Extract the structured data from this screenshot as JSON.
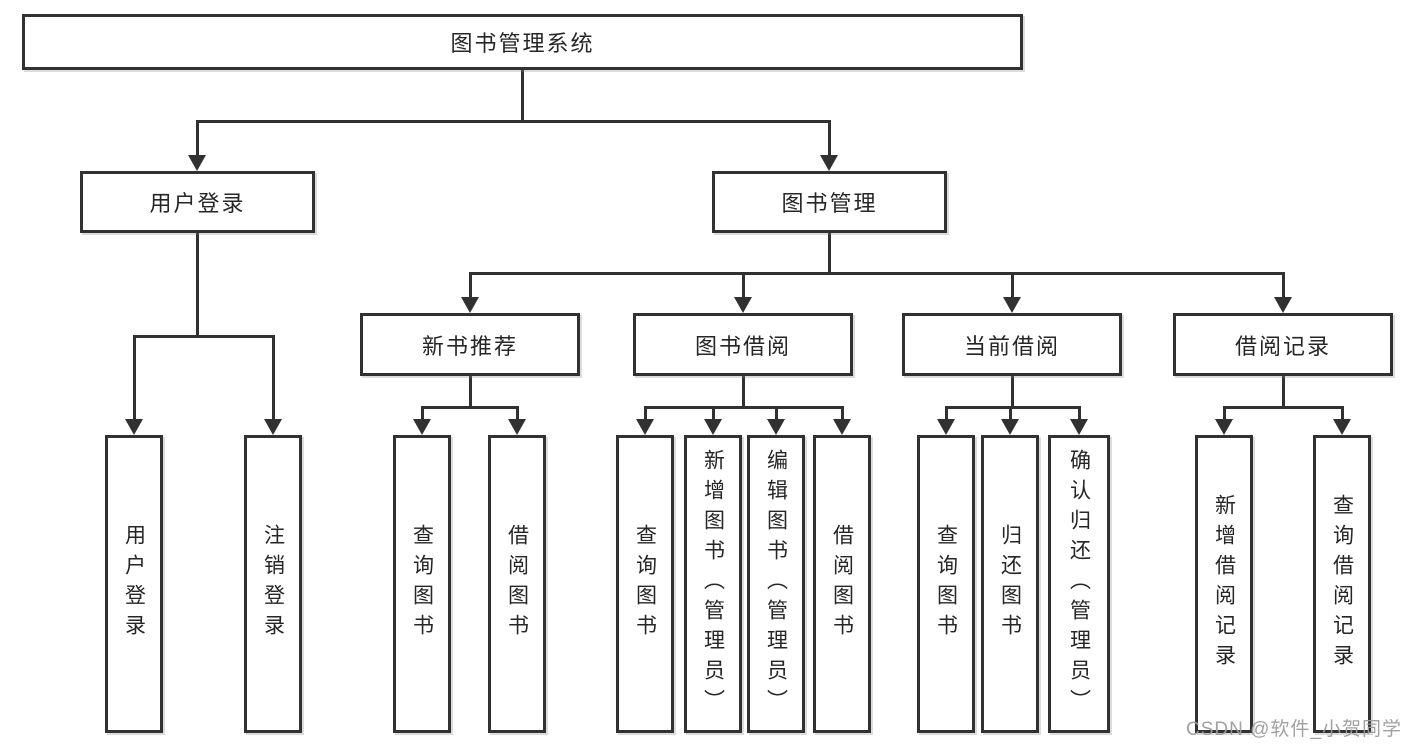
{
  "diagram": {
    "root": {
      "label": "图书管理系统"
    },
    "level2": [
      {
        "label": "用户登录"
      },
      {
        "label": "图书管理"
      }
    ],
    "level3": [
      {
        "label": "新书推荐"
      },
      {
        "label": "图书借阅"
      },
      {
        "label": "当前借阅"
      },
      {
        "label": "借阅记录"
      }
    ],
    "leaves": {
      "user_login": [
        "用户登录",
        "注销登录"
      ],
      "new_books": [
        "查询图书",
        "借阅图书"
      ],
      "book_borrow": [
        "查询图书",
        "新增图书（管理员）",
        "编辑图书（管理员）",
        "借阅图书"
      ],
      "current_borrow": [
        "查询图书",
        "归还图书",
        "确认归还（管理员）"
      ],
      "borrow_records": [
        "新增借阅记录",
        "查询借阅记录"
      ]
    }
  },
  "watermark": {
    "text": "CSDN @软件_小贺同学",
    "color": "#9c9c9c"
  },
  "colors": {
    "line": "#313131",
    "box_border": "#313131",
    "text": "#262626",
    "background": "#ffffff"
  }
}
